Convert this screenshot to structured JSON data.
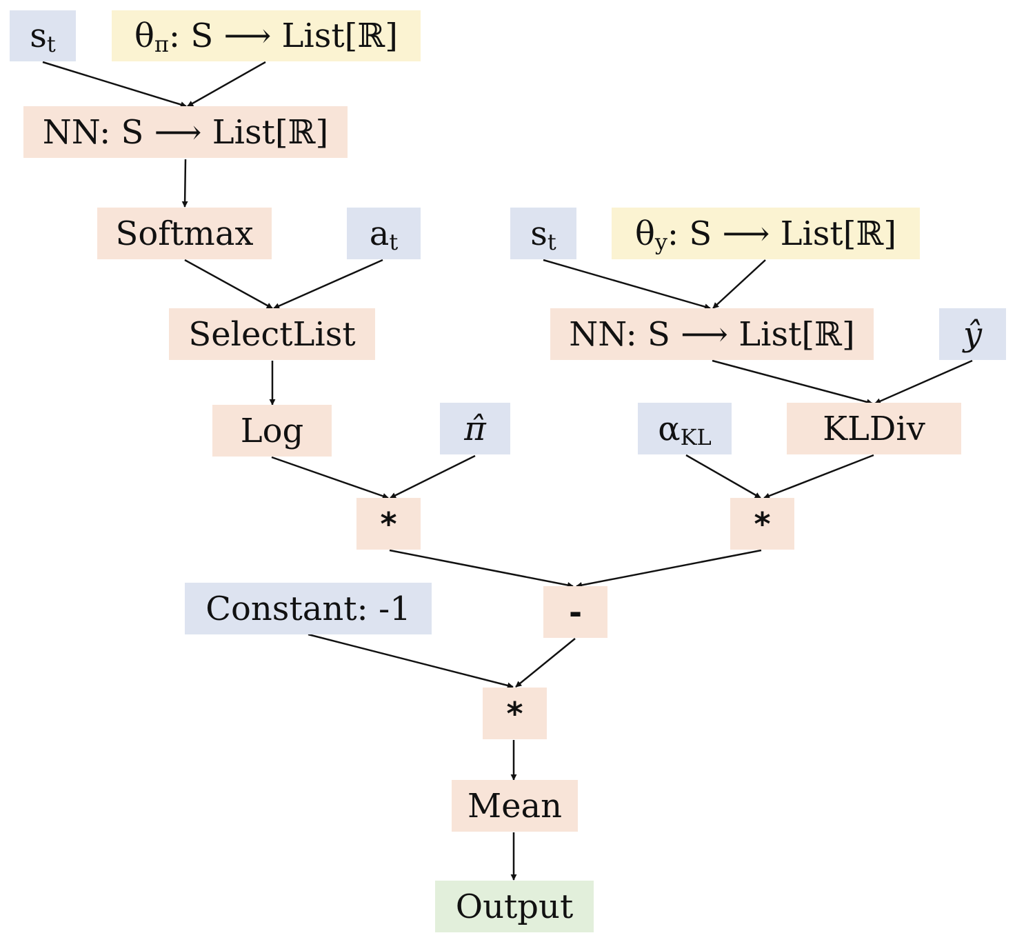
{
  "nodes": {
    "st_pi": {
      "main": "s",
      "sub": "t"
    },
    "theta_pi": {
      "main": "θ",
      "sub": "π",
      "rest": ": S ⟶ List[ℝ]"
    },
    "nn_pi": {
      "label": "NN: S ⟶ List[ℝ]"
    },
    "softmax": {
      "label": "Softmax"
    },
    "at": {
      "main": "a",
      "sub": "t"
    },
    "selectlist": {
      "label": "SelectList"
    },
    "log": {
      "label": "Log"
    },
    "pi_hat": {
      "label": "π̂"
    },
    "mul_left": {
      "label": "*"
    },
    "st_y": {
      "main": "s",
      "sub": "t"
    },
    "theta_y": {
      "main": "θ",
      "sub": "y",
      "rest": ": S ⟶ List[ℝ]"
    },
    "nn_y": {
      "label": "NN: S ⟶ List[ℝ]"
    },
    "y_hat": {
      "label": "ŷ"
    },
    "alpha_kl": {
      "main": "α",
      "sub": "KL"
    },
    "kldiv": {
      "label": "KLDiv"
    },
    "mul_right": {
      "label": "*"
    },
    "minus": {
      "label": "-"
    },
    "constant": {
      "label": "Constant: -1"
    },
    "mul_final": {
      "label": "*"
    },
    "mean": {
      "label": "Mean"
    },
    "output": {
      "label": "Output"
    }
  },
  "colors": {
    "input": "#dde3f0",
    "parameter": "#fbf3d2",
    "operation": "#f8e4d8",
    "output": "#e2efdb",
    "edge": "#111111"
  },
  "edges": [
    [
      "st_pi",
      "nn_pi"
    ],
    [
      "theta_pi",
      "nn_pi"
    ],
    [
      "nn_pi",
      "softmax"
    ],
    [
      "softmax",
      "selectlist"
    ],
    [
      "at",
      "selectlist"
    ],
    [
      "selectlist",
      "log"
    ],
    [
      "log",
      "mul_left"
    ],
    [
      "pi_hat",
      "mul_left"
    ],
    [
      "st_y",
      "nn_y"
    ],
    [
      "theta_y",
      "nn_y"
    ],
    [
      "nn_y",
      "kldiv"
    ],
    [
      "y_hat",
      "kldiv"
    ],
    [
      "alpha_kl",
      "mul_right"
    ],
    [
      "kldiv",
      "mul_right"
    ],
    [
      "mul_left",
      "minus"
    ],
    [
      "mul_right",
      "minus"
    ],
    [
      "constant",
      "mul_final"
    ],
    [
      "minus",
      "mul_final"
    ],
    [
      "mul_final",
      "mean"
    ],
    [
      "mean",
      "output"
    ]
  ]
}
